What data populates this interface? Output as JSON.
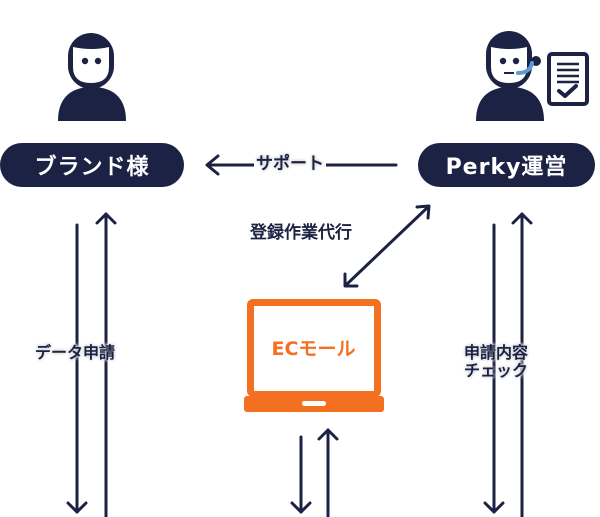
{
  "nodes": {
    "brand": {
      "label": "ブランド様",
      "icon": "person-icon"
    },
    "perky": {
      "label": "Perky運営",
      "icon": "operator-headset-icon",
      "extra_icon": "checklist-document-icon"
    },
    "ec_mall": {
      "label": "ECモール",
      "icon": "laptop-icon"
    }
  },
  "edges": {
    "support": {
      "label": "サポート",
      "from": "Perky運営",
      "to": "ブランド様"
    },
    "registration_proxy": {
      "label": "登録作業代行",
      "between": [
        "Perky運営",
        "ECモール"
      ]
    },
    "data_application": {
      "label": "データ申請"
    },
    "review": {
      "line1": "申請内容",
      "line2": "チェック"
    }
  },
  "colors": {
    "navy": "#1c2244",
    "orange": "#f37021",
    "headset_blue": "#5b9bd5"
  }
}
